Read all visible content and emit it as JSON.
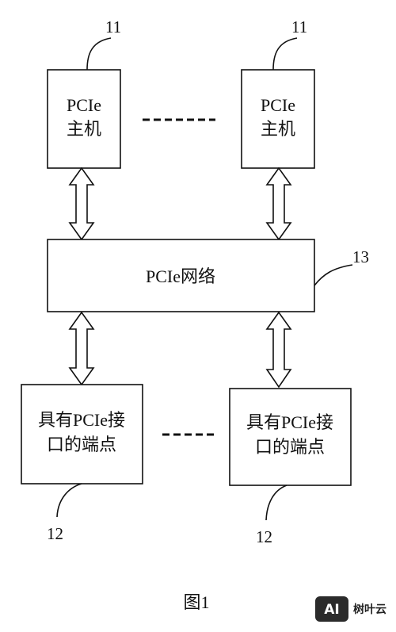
{
  "refs": {
    "host_left": "11",
    "host_right": "11",
    "network": "13",
    "endpoint_left": "12",
    "endpoint_right": "12"
  },
  "host": {
    "line1": "PCIe",
    "line2": "主机"
  },
  "network": {
    "label": "PCIe网络"
  },
  "endpoint": {
    "line1": "具有PCIe接",
    "line2": "口的端点"
  },
  "caption": "图1",
  "watermark": {
    "badge": "AI",
    "text": "树叶云"
  }
}
